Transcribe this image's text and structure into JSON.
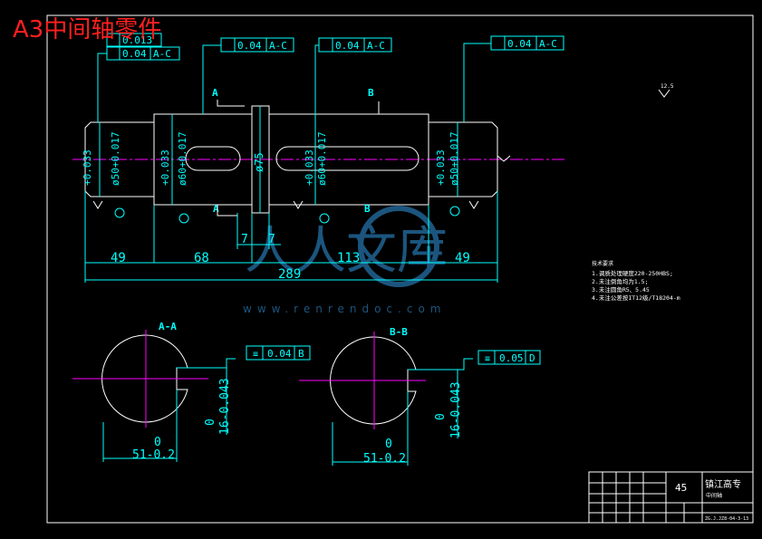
{
  "title": "A3中间轴零件",
  "colors": {
    "background": "#000000",
    "geometry": "#ffffff",
    "dims": "#00ffff",
    "center": "#ff00ff",
    "title": "#ff2020",
    "watermark": "#1f5f8c"
  },
  "tolerances": {
    "left": {
      "top_value": "0.013",
      "bottom_value": "0.04",
      "bottom_ref": "A-C"
    },
    "mid_left": {
      "value": "0.04",
      "ref": "A-C"
    },
    "mid_right": {
      "value": "0.04",
      "ref": "A-C"
    },
    "right": {
      "value": "0.04",
      "ref": "A-C"
    }
  },
  "section_marks": {
    "a_top": "A",
    "a_bottom": "A",
    "b_top": "B",
    "b_bottom": "B"
  },
  "diameters": {
    "d1": {
      "upper": "+0.033",
      "lower": "ø50+0.017"
    },
    "d2": {
      "upper": "+0.033",
      "lower": "ø60+0.017"
    },
    "d3": "ø75",
    "d4": {
      "upper": "+0.033",
      "lower": "ø60+0.017"
    },
    "d5": {
      "upper": "+0.033",
      "lower": "ø50+0.017"
    }
  },
  "lengths": {
    "l1": "49",
    "l2": "68",
    "l3": "113",
    "l4": "49",
    "total": "289",
    "step_a": "7",
    "step_b": "7"
  },
  "roughness": {
    "general": "12.5"
  },
  "section_aa": {
    "label": "A-A",
    "sym_value": "0.04",
    "sym_ref": "B",
    "width_upper": "0",
    "width_lower": "16-0.043",
    "depth_upper": "0",
    "depth_lower": "51-0.2"
  },
  "section_bb": {
    "label": "B-B",
    "sym_value": "0.05",
    "sym_ref": "D",
    "width_upper": "0",
    "width_lower": "16-0.043",
    "depth_upper": "0",
    "depth_lower": "51-0.2"
  },
  "notes": {
    "header": "技术要求",
    "items": [
      "1.调质处理硬度220-250HBS;",
      "2.未注倒角均为1.5;",
      "3.未注圆角R5、5.45",
      "4.未注公差按IT12级/T18204-m"
    ]
  },
  "watermark": {
    "text": "人人文库",
    "url": "www.renrendoc.com"
  },
  "title_block": {
    "material": "45",
    "school": "镇江高专",
    "part": "中间轴",
    "drawing_no": "ZG.J.JZ8-04-3-13"
  }
}
